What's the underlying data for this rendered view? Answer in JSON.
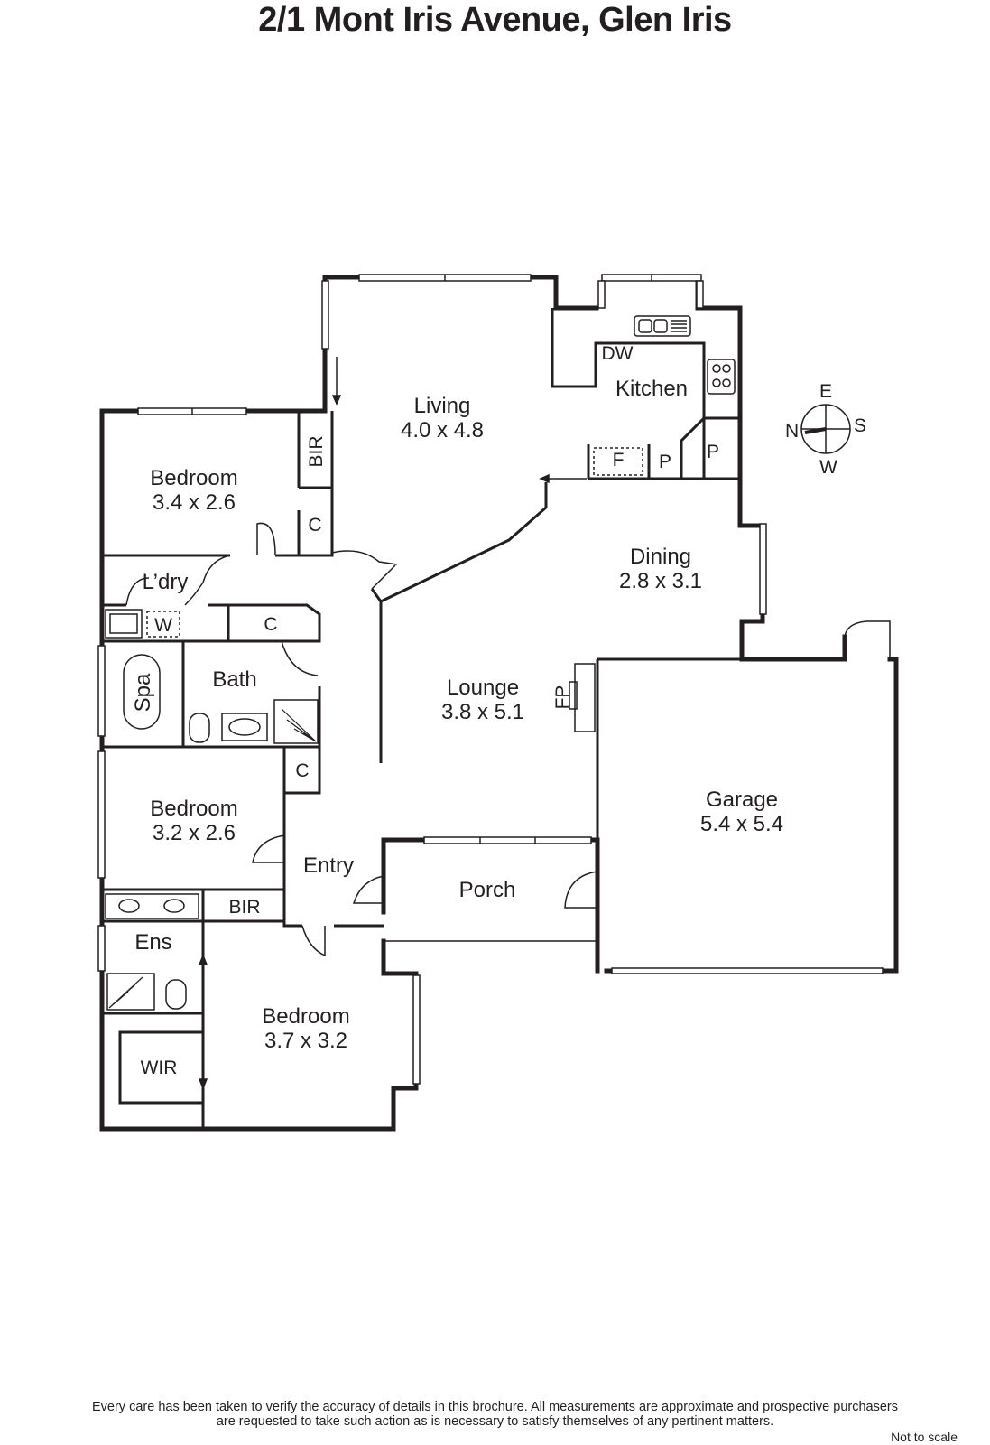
{
  "title": "2/1 Mont Iris Avenue, Glen Iris",
  "rooms": {
    "living": {
      "name": "Living",
      "dims": "4.0 x 4.8"
    },
    "kitchen": {
      "name": "Kitchen"
    },
    "dining": {
      "name": "Dining",
      "dims": "2.8 x 3.1"
    },
    "bedroom1": {
      "name": "Bedroom",
      "dims": "3.4 x 2.6"
    },
    "lounge": {
      "name": "Lounge",
      "dims": "3.8 x 5.1"
    },
    "bath": {
      "name": "Bath"
    },
    "bedroom2": {
      "name": "Bedroom",
      "dims": "3.2 x 2.6"
    },
    "garage": {
      "name": "Garage",
      "dims": "5.4 x 5.4"
    },
    "entry": {
      "name": "Entry"
    },
    "porch": {
      "name": "Porch"
    },
    "ens": {
      "name": "Ens"
    },
    "bedroom3": {
      "name": "Bedroom",
      "dims": "3.7 x 3.2"
    },
    "wir": {
      "name": "WIR"
    },
    "laundry": {
      "name": "L’dry"
    }
  },
  "fixtures": {
    "dw": "DW",
    "f": "F",
    "p1": "P",
    "p2": "P",
    "bir1": "BIR",
    "bir2": "BIR",
    "c1": "C",
    "c2": "C",
    "c3": "C",
    "w": "W",
    "spa": "Spa",
    "fp": "FP"
  },
  "compass": {
    "n": "N",
    "e": "E",
    "s": "S",
    "w": "W"
  },
  "footer": {
    "line1": "Every care has been taken to verify the accuracy of details in this brochure.  All measurements are approximate and prospective purchasers",
    "line2": "are requested to take such action as is necessary to satisfy themselves of any pertinent matters.",
    "not_to_scale": "Not to scale"
  }
}
